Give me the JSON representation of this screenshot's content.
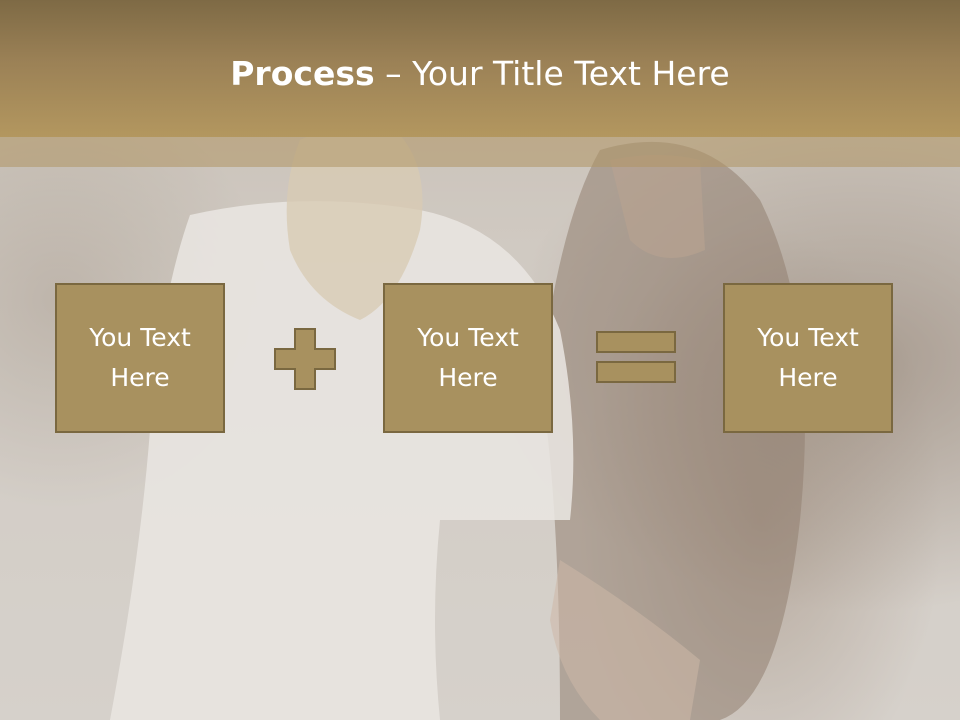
{
  "slide": {
    "title_bold": "Process",
    "title_rest": " – Your Title Text Here"
  },
  "boxes": [
    {
      "text": "You Text Here"
    },
    {
      "text": "You Text Here"
    },
    {
      "text": "You Text Here"
    }
  ],
  "operators": [
    "plus",
    "equals"
  ],
  "colors": {
    "header": "#9b8156",
    "box_fill": "#a8915f",
    "box_border": "#7a6840",
    "text": "#ffffff"
  }
}
